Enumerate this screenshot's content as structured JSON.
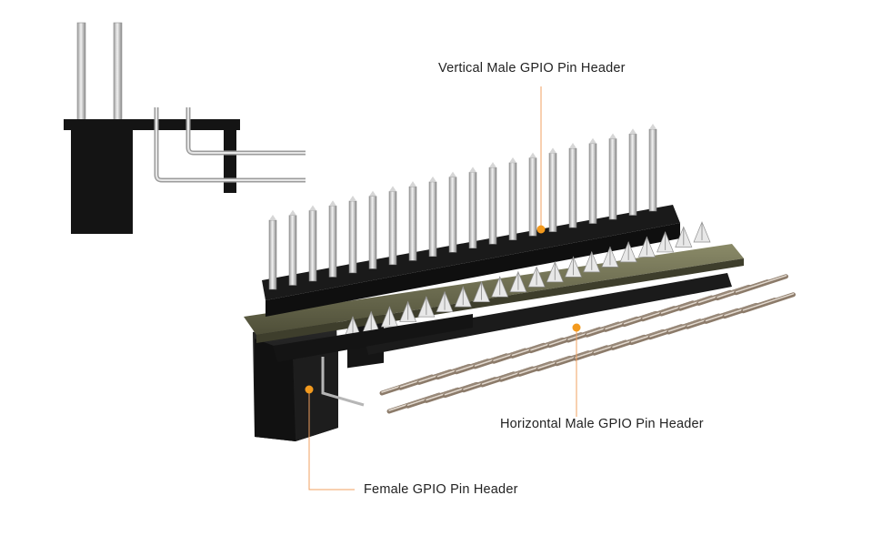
{
  "colors": {
    "background": "#ffffff",
    "accent_leader": "#f0a060",
    "accent_dot": "#f39a1e",
    "header_body": "#141414",
    "pin_metal": "#c9c9c9",
    "pcb": "#6b6b4a"
  },
  "callouts": {
    "vertical_male": {
      "text": "Vertical Male GPIO Pin Header"
    },
    "horizontal_male": {
      "text": "Horizontal Male GPIO Pin Header"
    },
    "female": {
      "text": "Female GPIO Pin Header"
    }
  },
  "diagram": {
    "icon": "side-profile-header-diagram"
  },
  "photo": {
    "icon": "right-angle-gpio-adapter-photo",
    "vertical_pin_count": 20,
    "bottom_row_solder_count": 20
  }
}
